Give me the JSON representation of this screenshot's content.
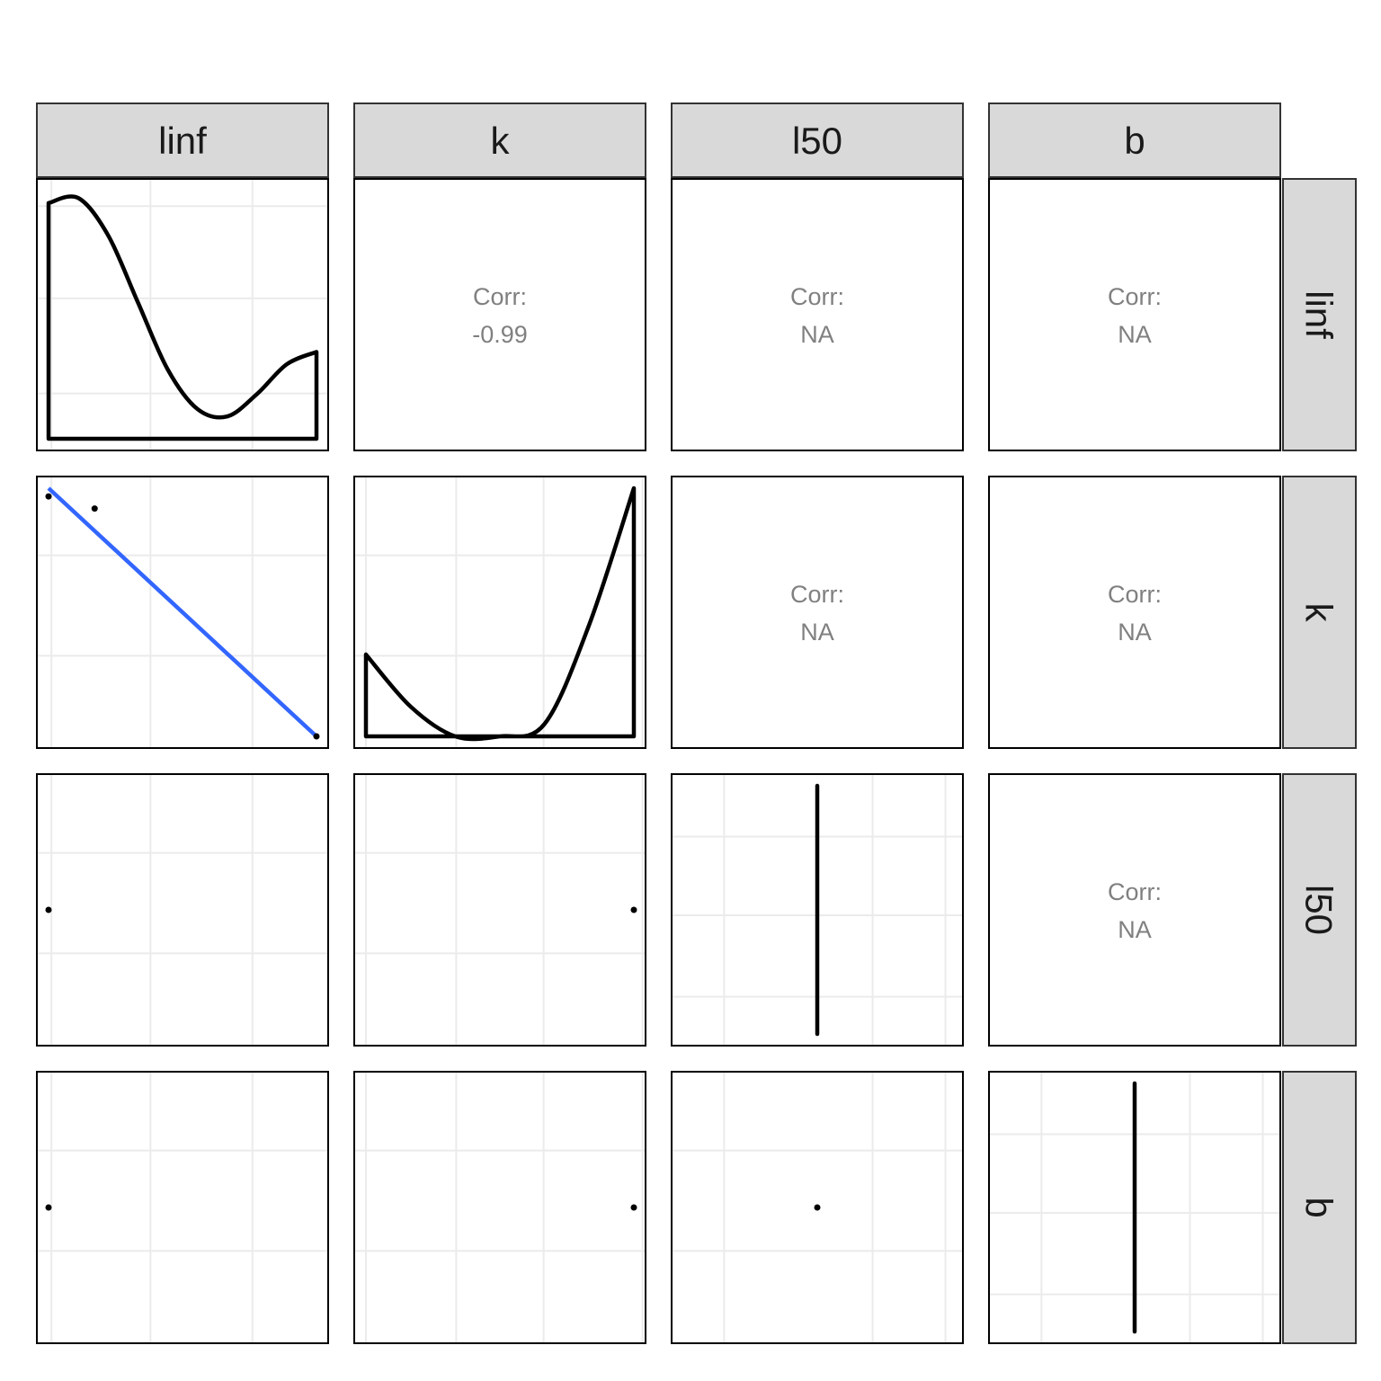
{
  "chart_data": {
    "type": "scatter",
    "variables": [
      "linf",
      "k",
      "l50",
      "b"
    ],
    "column_strips": [
      "linf",
      "k",
      "l50",
      "b"
    ],
    "row_strips": [
      "linf",
      "k",
      "l50",
      "b"
    ],
    "corr_label": "Corr:",
    "panels": [
      {
        "row": 0,
        "col": 0,
        "kind": "density",
        "variable": "linf",
        "curve_shape": [
          0.95,
          0.97,
          0.82,
          0.55,
          0.28,
          0.12,
          0.09,
          0.18,
          0.3,
          0.35
        ]
      },
      {
        "row": 0,
        "col": 1,
        "kind": "corr",
        "value": "-0.99"
      },
      {
        "row": 0,
        "col": 2,
        "kind": "corr",
        "value": "NA"
      },
      {
        "row": 0,
        "col": 3,
        "kind": "corr",
        "value": "NA"
      },
      {
        "row": 1,
        "col": 0,
        "kind": "scatter",
        "x_var": "linf",
        "y_var": "k",
        "points": [
          [
            0.0,
            0.967
          ],
          [
            0.172,
            0.918
          ],
          [
            1.0,
            0.0
          ]
        ],
        "fit_line": [
          [
            0.0,
            1.0
          ],
          [
            1.0,
            0.0
          ]
        ],
        "fit_color": "#3366ff"
      },
      {
        "row": 1,
        "col": 1,
        "kind": "density",
        "variable": "k",
        "curve_shape": [
          0.33,
          0.12,
          0.0,
          0.0,
          0.05,
          0.45,
          1.0
        ]
      },
      {
        "row": 1,
        "col": 2,
        "kind": "corr",
        "value": "NA"
      },
      {
        "row": 1,
        "col": 3,
        "kind": "corr",
        "value": "NA"
      },
      {
        "row": 2,
        "col": 0,
        "kind": "scatter",
        "x_var": "linf",
        "y_var": "l50",
        "points": [
          [
            0.0,
            0.5
          ]
        ]
      },
      {
        "row": 2,
        "col": 1,
        "kind": "scatter",
        "x_var": "k",
        "y_var": "l50",
        "points": [
          [
            1.0,
            0.5
          ]
        ]
      },
      {
        "row": 2,
        "col": 2,
        "kind": "density-vline",
        "variable": "l50"
      },
      {
        "row": 2,
        "col": 3,
        "kind": "corr",
        "value": "NA"
      },
      {
        "row": 3,
        "col": 0,
        "kind": "scatter",
        "x_var": "linf",
        "y_var": "b",
        "points": [
          [
            0.0,
            0.5
          ]
        ]
      },
      {
        "row": 3,
        "col": 1,
        "kind": "scatter",
        "x_var": "k",
        "y_var": "b",
        "points": [
          [
            1.0,
            0.5
          ]
        ]
      },
      {
        "row": 3,
        "col": 2,
        "kind": "scatter",
        "x_var": "l50",
        "y_var": "b",
        "points": [
          [
            0.5,
            0.5
          ]
        ]
      },
      {
        "row": 3,
        "col": 3,
        "kind": "density-vline",
        "variable": "b"
      }
    ],
    "grid": true,
    "colors": {
      "strip_fill": "#d9d9d9",
      "panel_border": "#000000",
      "grid": "#ebebeb",
      "corr_text": "#808080",
      "fit_line": "#3366ff"
    }
  }
}
